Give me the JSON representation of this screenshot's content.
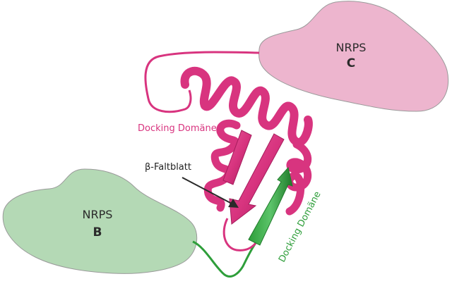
{
  "colors": {
    "nrps_c_fill": "#EDB5CE",
    "nrps_b_fill": "#B4D9B5",
    "blob_stroke": "#9a9a9a",
    "pink_domain": "#D8347F",
    "pink_domain_dark": "#A61C5C",
    "green_domain": "#2E9E3A",
    "green_domain_dark": "#1F7A2A",
    "arrow": "#2a2a2a",
    "text_dark": "#2b2b2b"
  },
  "nrps_c": {
    "title": "NRPS",
    "sub": "C"
  },
  "nrps_b": {
    "title": "NRPS",
    "sub": "B"
  },
  "labels": {
    "docking_pink": "Docking Domäne",
    "docking_green": "Docking Domäne",
    "beta_sheet": "β-Faltblatt"
  }
}
